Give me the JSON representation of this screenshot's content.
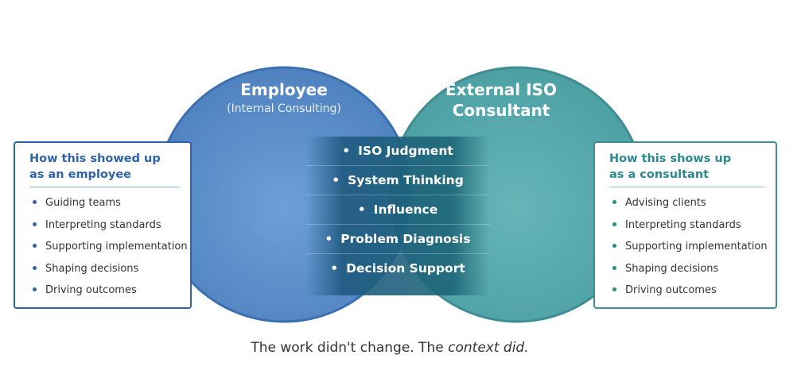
{
  "colors": {
    "employee": "#5b8fcb",
    "consultant": "#5aaeb0",
    "overlap": "#1f5d80",
    "employee_accent": "#2f64a8",
    "consultant_accent": "#2a8a8e"
  },
  "left_circle": {
    "title": "Employee",
    "subtitle": "(Internal Consulting)"
  },
  "right_circle": {
    "title_line1": "External ISO",
    "title_line2": "Consultant"
  },
  "overlap_items": [
    "ISO Judgment",
    "System Thinking",
    "Influence",
    "Problem Diagnosis",
    "Decision Support"
  ],
  "left_box": {
    "title_line1": "How this showed up",
    "title_line2": "as an employee",
    "items": [
      "Guiding teams",
      "Interpreting standards",
      "Supporting implementation",
      "Shaping decisions",
      "Driving outcomes"
    ]
  },
  "right_box": {
    "title_line1": "How this shows up",
    "title_line2": "as a consultant",
    "items": [
      "Advising clients",
      "Interpreting standards",
      "Supporting implementation",
      "Shaping decisions",
      "Driving outcomes"
    ]
  },
  "caption": {
    "text": "The work didn't change. The ",
    "emphasis": "context did."
  }
}
